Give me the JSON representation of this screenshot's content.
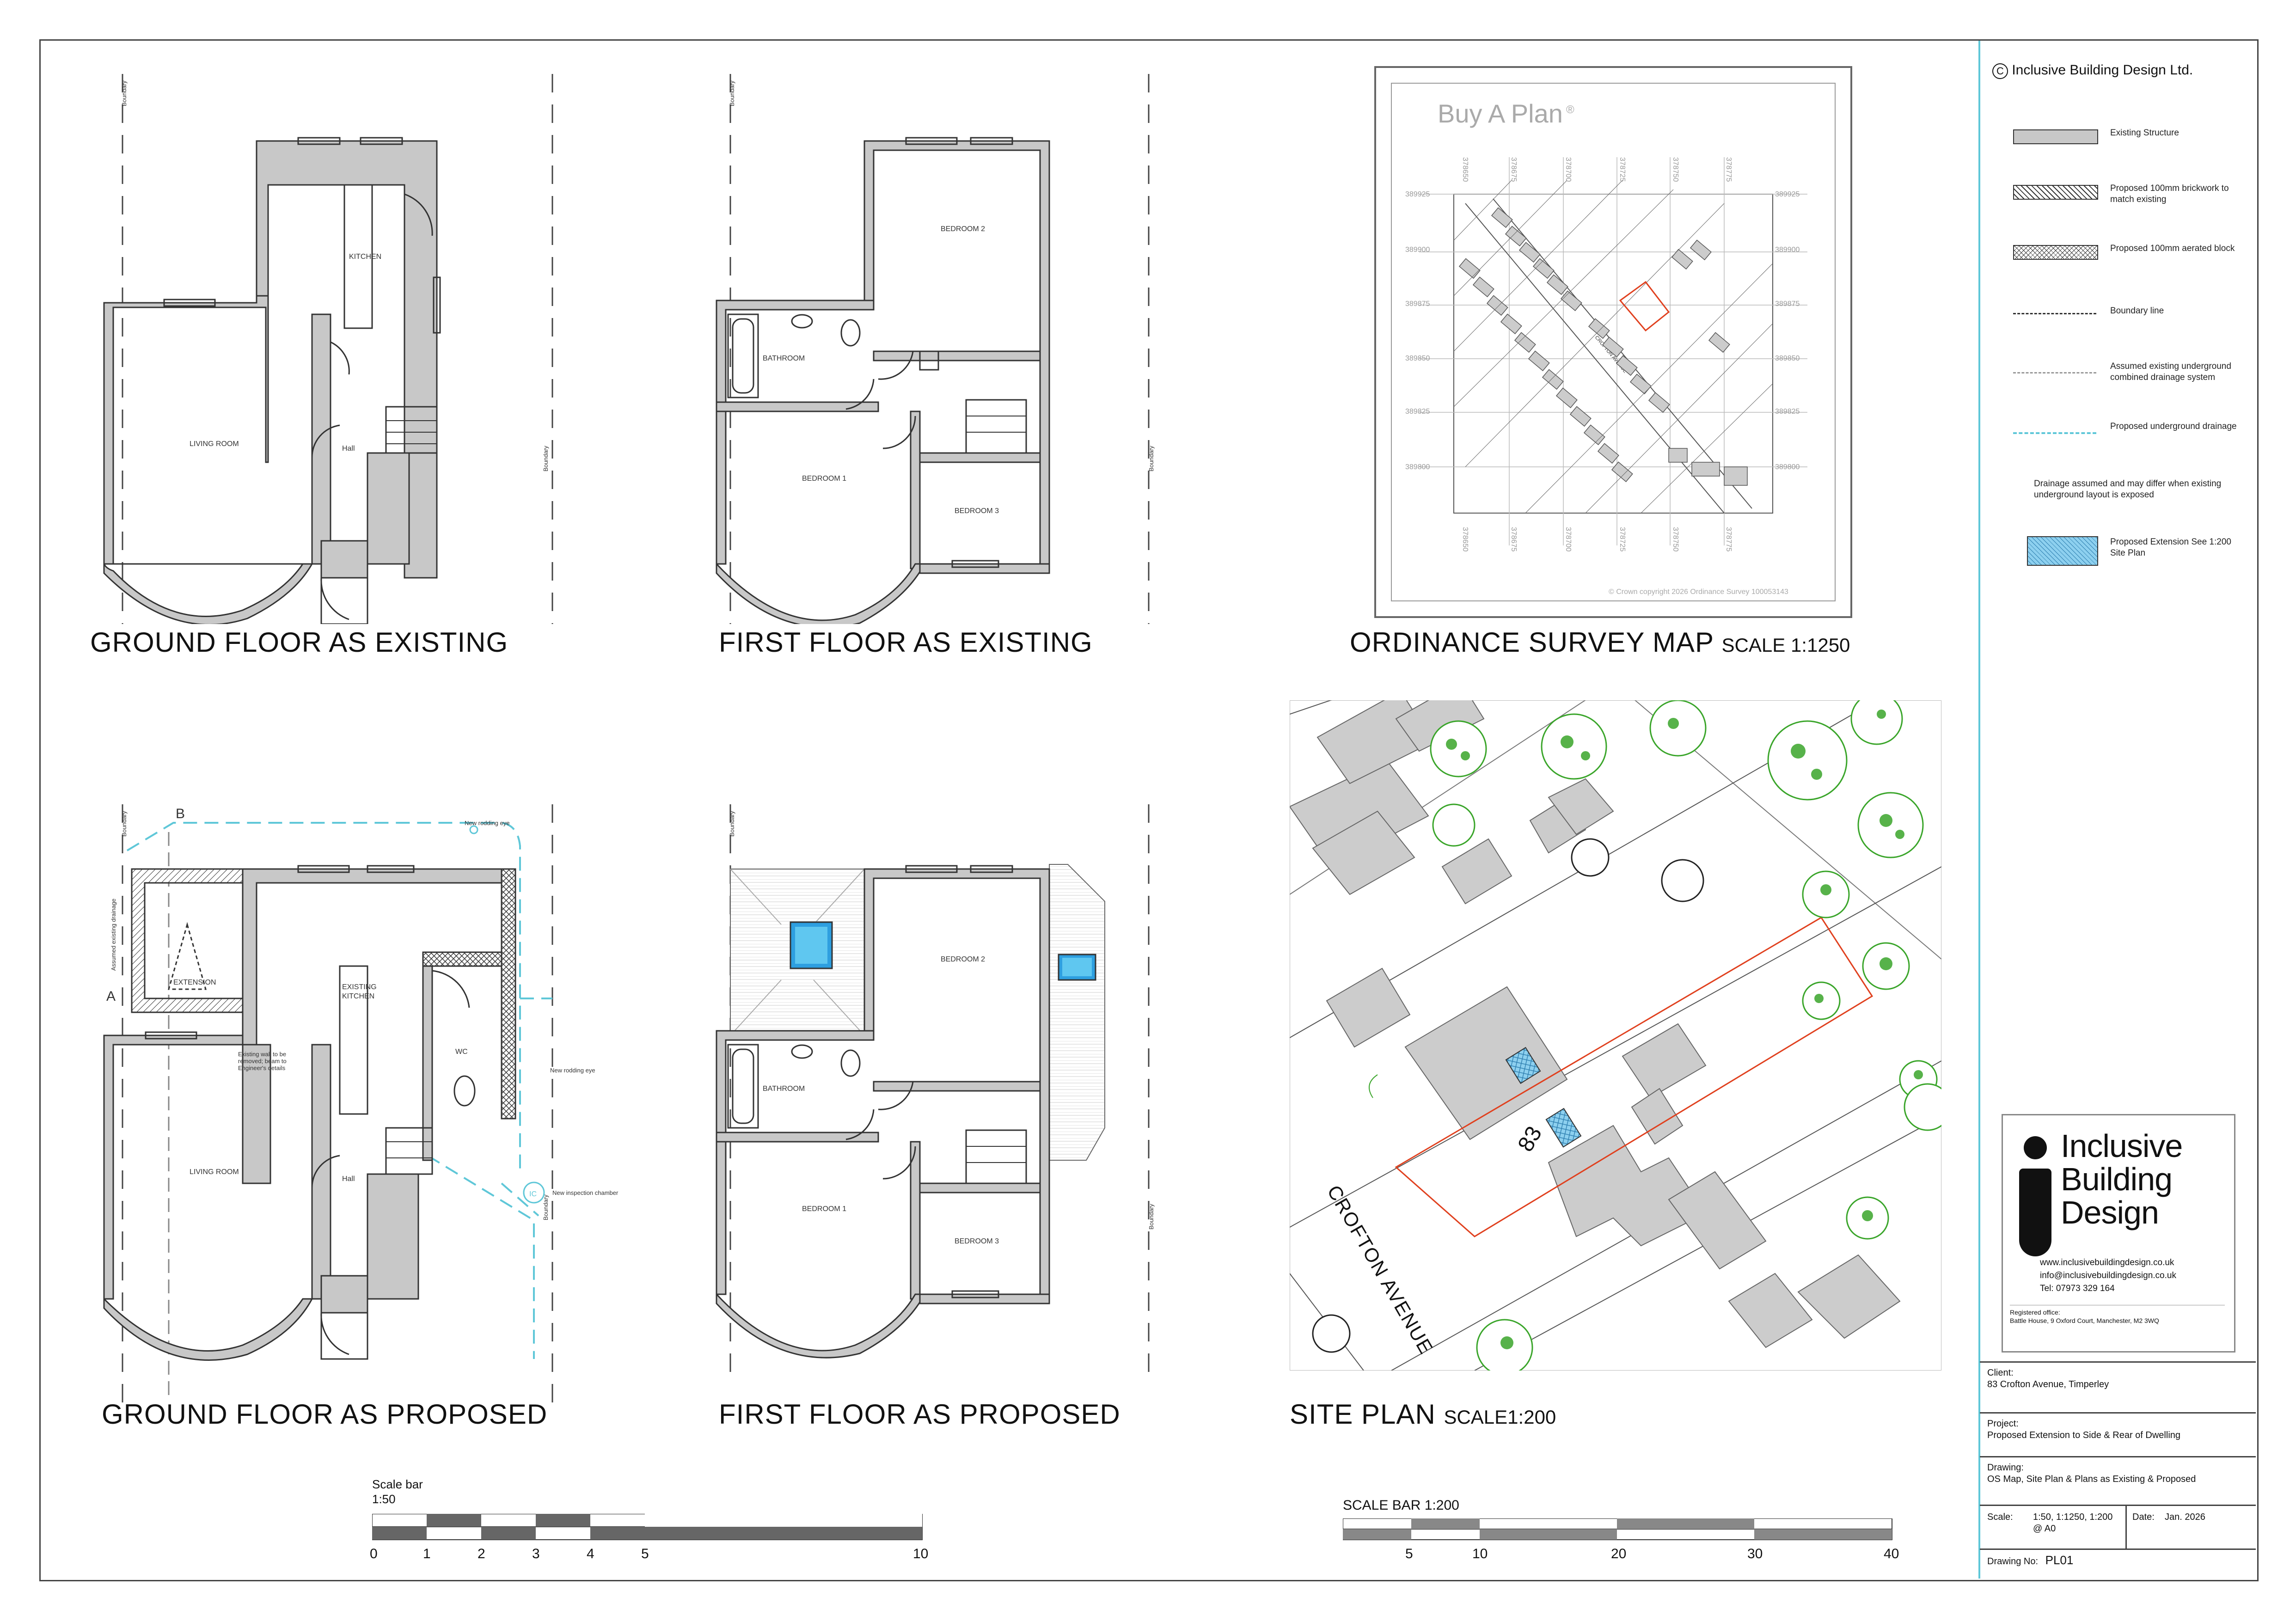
{
  "titles": {
    "ground_existing": "GROUND FLOOR AS EXISTING",
    "first_existing": "FIRST FLOOR AS EXISTING",
    "os_map": "ORDINANCE SURVEY MAP",
    "os_map_scale": "SCALE 1:1250",
    "ground_proposed": "GROUND FLOOR AS PROPOSED",
    "first_proposed": "FIRST FLOOR AS PROPOSED",
    "site_plan": "SITE PLAN",
    "site_plan_scale": "SCALE1:200"
  },
  "rooms": {
    "kitchen": "KITCHEN",
    "living_room": "LIVING ROOM",
    "hall": "Hall",
    "bedroom1": "BEDROOM 1",
    "bedroom2": "BEDROOM 2",
    "bedroom3": "BEDROOM 3",
    "bathroom": "BATHROOM",
    "extension": "EXTENSION",
    "existing_kitchen": "EXISTING\nKITCHEN",
    "wc": "WC",
    "boundary": "Boundary"
  },
  "annotations": {
    "new_rodding_eye": "New rodding eye",
    "new_inspection_chamber": "New inspection chamber",
    "assumed_existing_drainage": "Assumed existing drainage",
    "ic": "IC",
    "section_b": "B",
    "section_a": "A"
  },
  "os_map": {
    "watermark": "Buy A Plan",
    "copyright": "© Crown copyright 2026 Ordinance Survey 100053143",
    "street": "CROFTON AVENUE",
    "grid_e": [
      "378650",
      "378675",
      "378700",
      "378725",
      "378750",
      "378775"
    ],
    "grid_n": [
      "389925",
      "389900",
      "389875",
      "389850",
      "389825",
      "389800"
    ]
  },
  "site_plan": {
    "street": "CROFTON AVENUE",
    "house_number": "83"
  },
  "scale_bar_left": {
    "label": "Scale bar",
    "ratio": "1:50",
    "ticks": [
      "0",
      "1",
      "2",
      "3",
      "4",
      "5",
      "10"
    ]
  },
  "scale_bar_right": {
    "label": "SCALE BAR 1:200",
    "ticks": [
      "5",
      "10",
      "20",
      "30",
      "40"
    ]
  },
  "legend": {
    "copyright": "Inclusive Building Design Ltd.",
    "items": [
      "Existing Structure",
      "Proposed 100mm brickwork to match existing",
      "Proposed 100mm aerated block",
      "Boundary line",
      "Assumed existing underground combined drainage system",
      "Proposed underground drainage",
      "Drainage assumed and may differ when existing underground layout is exposed",
      "Proposed Extension See 1:200 Site Plan"
    ]
  },
  "logo": {
    "line1": "Inclusive",
    "line2": "Building",
    "line3": "Design",
    "web": "www.inclusivebuildingdesign.co.uk",
    "email": "info@inclusivebuildingdesign.co.uk",
    "tel": "Tel: 07973 329 164",
    "reg_label": "Registered office:",
    "reg_address": "Battle House, 9 Oxford Court, Manchester, M2 3WQ"
  },
  "title_block": {
    "client_label": "Client:",
    "client": "83 Crofton Avenue, Timperley",
    "project_label": "Project:",
    "project": "Proposed Extension to Side & Rear of Dwelling",
    "drawing_label": "Drawing:",
    "drawing": "OS Map, Site Plan & Plans as Existing & Proposed",
    "scale_label": "Scale:",
    "scale": "1:50, 1:1250, 1:200 @ A0",
    "date_label": "Date:",
    "date": "Jan. 2026",
    "drawing_no_label": "Drawing No:",
    "drawing_no": "PL01"
  },
  "colors": {
    "wall": "#c8c8c8",
    "drainage": "#5fc7d8",
    "boundary_red": "#e0401e",
    "tree_green": "#3aa52a",
    "pool_blue": "#2e9fe0"
  }
}
